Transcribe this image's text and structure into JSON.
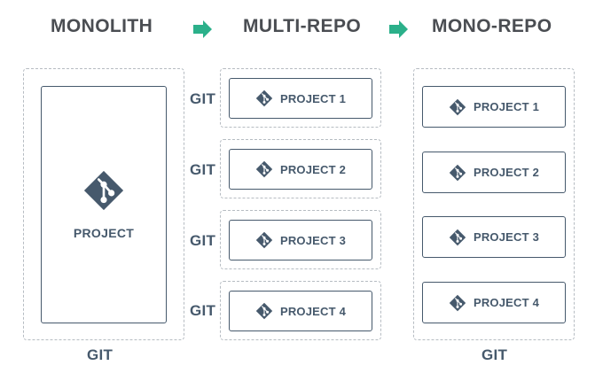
{
  "headings": {
    "monolith": "MONOLITH",
    "multi_repo": "MULTI-REPO",
    "mono_repo": "MONO-REPO"
  },
  "monolith": {
    "project_label": "PROJECT",
    "git_label": "GIT"
  },
  "multi_repo": {
    "items": [
      {
        "git": "GIT",
        "project": "PROJECT 1"
      },
      {
        "git": "GIT",
        "project": "PROJECT 2"
      },
      {
        "git": "GIT",
        "project": "PROJECT 3"
      },
      {
        "git": "GIT",
        "project": "PROJECT 4"
      }
    ]
  },
  "mono_repo": {
    "projects": [
      "PROJECT 1",
      "PROJECT 2",
      "PROJECT 3",
      "PROJECT 4"
    ],
    "git_label": "GIT"
  },
  "colors": {
    "accent_arrow": "#2bb08a",
    "icon_fill": "#46596c",
    "border": "#46596c",
    "dashed_border": "#b6bcc2",
    "heading": "#4a4d52"
  },
  "icons": {
    "git": "git-logo-icon",
    "arrow": "arrow-right-icon"
  }
}
